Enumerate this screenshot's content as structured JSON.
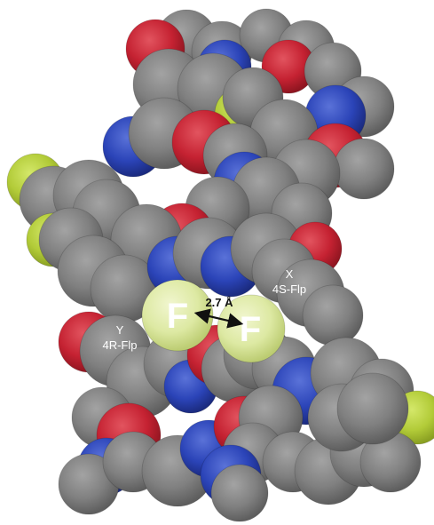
{
  "figure": {
    "atom_colors": {
      "carbon": "#7c7c7c",
      "oxygen": "#cc2233",
      "nitrogen": "#2b44b8",
      "sulfur_or_fluorine_green": "#b4cc3a",
      "fluorine_highlight": "#dfeaa8"
    },
    "labels": {
      "x_residue": "X",
      "x_name": "4S-Flp",
      "y_residue": "Y",
      "y_name": "4R-Flp",
      "f_left": "F",
      "f_right": "F",
      "distance": "2.7 Å"
    },
    "arrow_icon": "double-headed-arrow-icon"
  }
}
